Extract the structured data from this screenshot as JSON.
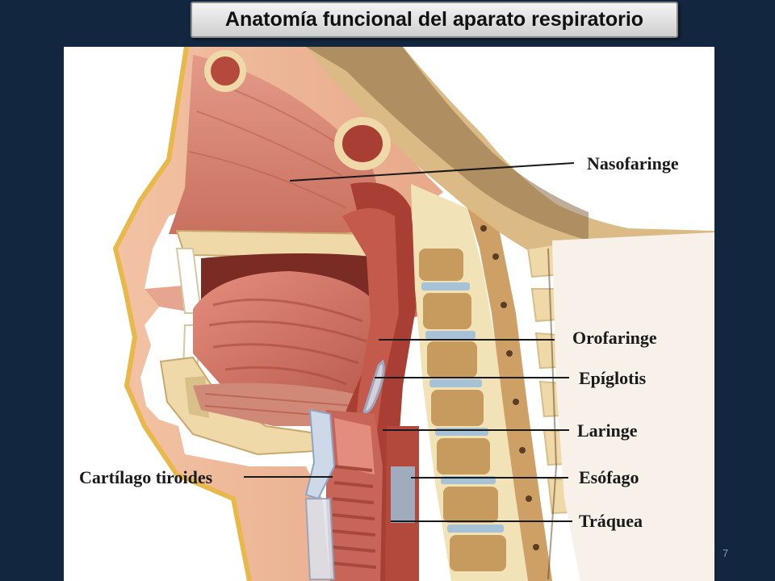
{
  "slide": {
    "title": "Anatomía funcional del aparato respiratorio",
    "page_number": "7"
  },
  "figure": {
    "labels": {
      "nasofaringe": "Nasofaringe",
      "orofaringe": "Orofaringe",
      "epiglotis": "Epíglotis",
      "laringe": "Laringe",
      "esofago": "Esófago",
      "traquea": "Tráquea",
      "cartilago_tiroides": "Cartílago tiroides"
    }
  },
  "colors": {
    "background": "#12263f",
    "title_bg": "#e6e6e6",
    "tissue_pink": "#d9786b",
    "bone": "#efd9a8"
  }
}
